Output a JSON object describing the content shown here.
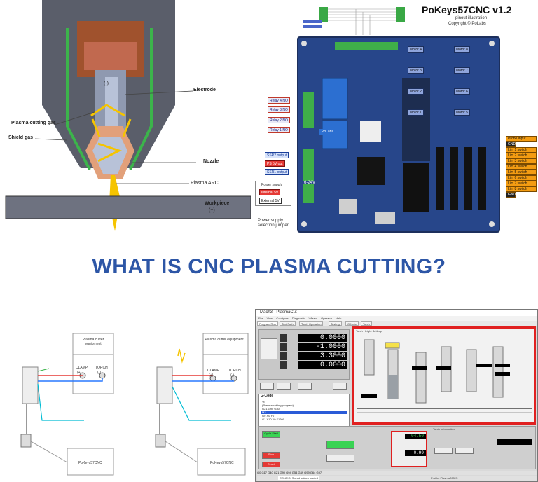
{
  "heading": "WHAT IS CNC PLASMA CUTTING?",
  "torch": {
    "electrode_label": "Electrode",
    "electrode_symbol": "(-)",
    "plasma_gas_label": "Plasma cutting gas",
    "shield_gas_label": "Shield gas",
    "nozzle_label": "Nozzle",
    "arc_label": "Plasma ARC",
    "workpiece_label": "Workpiece",
    "workpiece_symbol": "(+)"
  },
  "board": {
    "title": "PoKeys57CNC v1.2",
    "subtitle": "pinout illustration",
    "copyright": "Copyright © PoLabs",
    "relays": [
      "Relay 4 NO",
      "Relay 3 NO",
      "Relay 2 NO",
      "Relay 1 NO"
    ],
    "outputs": [
      "SSR2 output",
      "PS 5V out",
      "SSR1 output"
    ],
    "power_supply_title": "Power supply",
    "power_options": [
      "Internal 5V",
      "External 5V"
    ],
    "jumper_label": "Power supply selection jumper",
    "motors": [
      "Motor 4",
      "Motor 8",
      "Motor 3",
      "Motor 7",
      "Motor 2",
      "Motor 6",
      "Motor 1",
      "Motor 5"
    ],
    "board_logo": "PoLabs",
    "pins_right": [
      "Probe input",
      "GND",
      "Lim 1 switch",
      "Lim 2 switch",
      "Lim 3 switch",
      "Lim 4 switch",
      "Lim 5 switch",
      "Lim 6 switch",
      "Lim 7 switch",
      "Lim 8 switch",
      "GND"
    ],
    "supply_label": "6-24V"
  },
  "wiring": {
    "left": {
      "equipment_title": "Plasma cutter equipment",
      "clamp_label": "CLAMP",
      "torch_label": "TORCH",
      "clamp_sign": "(+)",
      "torch_sign": "(-)",
      "controller": "PoKeys57CNC"
    },
    "right": {
      "equipment_title": "Plasma cutter equipment",
      "clamp_label": "CLAMP",
      "torch_label": "TORCH",
      "clamp_sign": "(+)",
      "torch_sign": "(-)",
      "controller": "PoKeys57CNC"
    }
  },
  "mach3": {
    "window_title": "Mach3 - PlasmaCut",
    "menu": [
      "File",
      "View",
      "Configure",
      "Diagnostic",
      "Wizard",
      "Operator",
      "Help"
    ],
    "tabs": [
      "Program Run",
      "Tool Path",
      "Torch Operation",
      "Testing",
      "Offsets",
      "Torch"
    ],
    "dro": [
      "0.0000",
      "-1.0000",
      "3.3000",
      "0.0000"
    ],
    "gcode_title": "G-Code",
    "gcode_lines": [
      "%",
      "(Plasma cutting program)",
      "G21 G90 G40",
      "M3",
      "G0 X0 Y0",
      "G1 X10 Y0 F1200"
    ],
    "status_line": "G0 G17 G40 G21 G90 G94 G54 G49 G99 G64 G97",
    "status_history": "CONFIG: Saved values loaded",
    "profile": "Profile: PlasmaSMCS",
    "panel_tab": "Torch Height Settings",
    "torch_section": "Torch Information",
    "thc_readout": "04.50",
    "torch_value": "0.99",
    "buttons": {
      "cycle_start": "Cycle Start",
      "stop": "Stop",
      "reset": "Reset"
    },
    "colors": {
      "highlight": "#e02020",
      "dro_bg": "#000000"
    }
  }
}
